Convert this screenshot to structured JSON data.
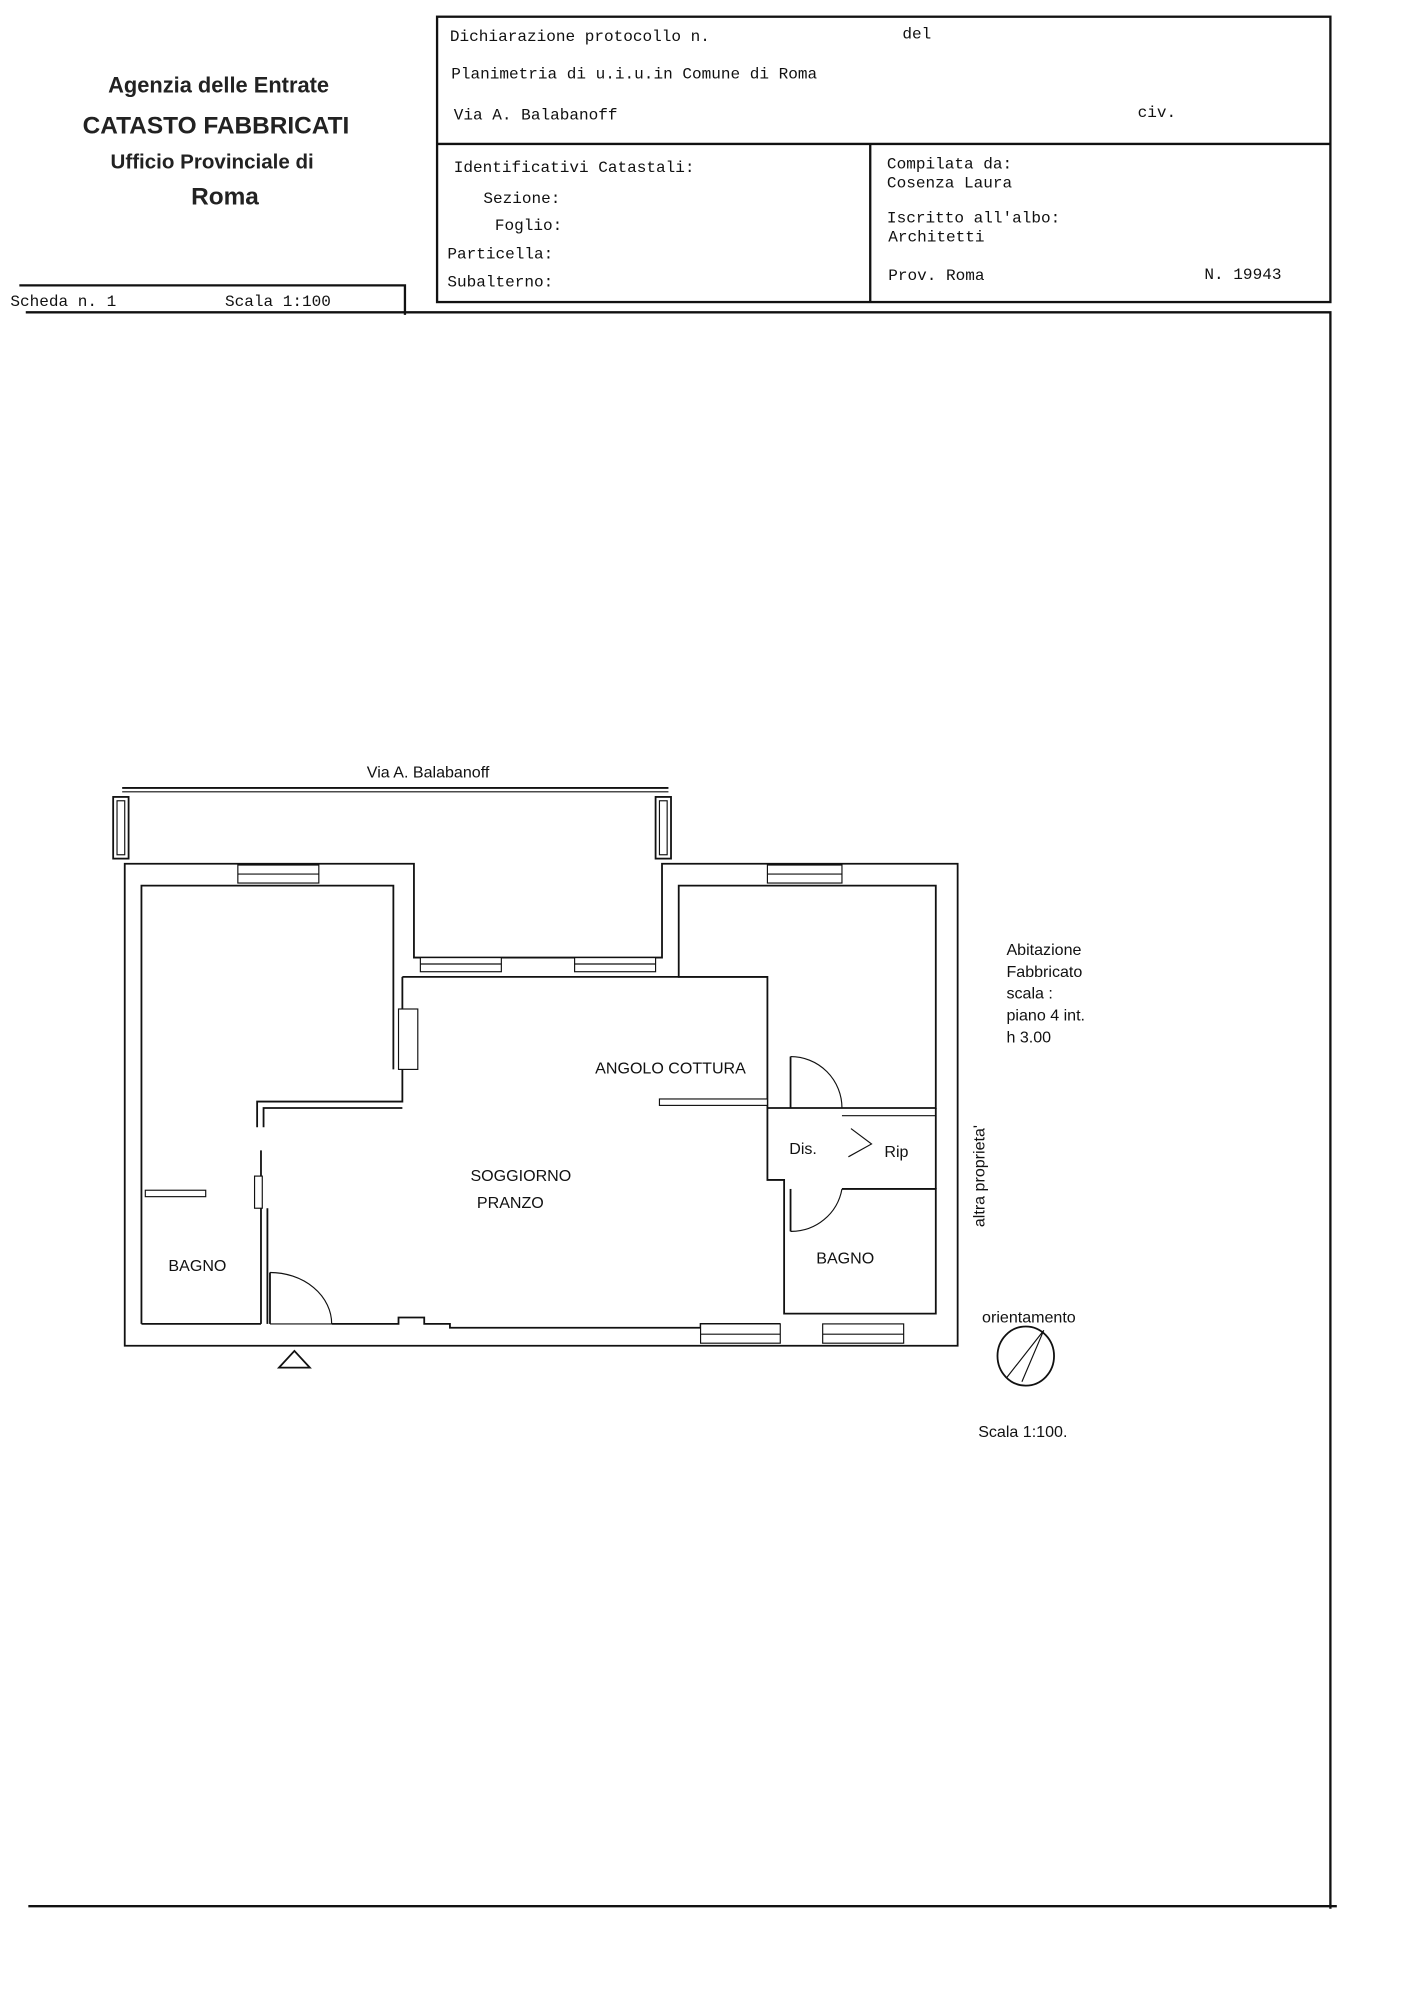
{
  "header": {
    "agency": "Agenzia delle Entrate",
    "dept": "CATASTO FABBRICATI",
    "office": "Ufficio Provinciale di",
    "city": "Roma",
    "declaration_label": "Dichiarazione protocollo n.",
    "del_label": "del",
    "planimetria": "Planimetria di u.i.u.in Comune di Roma",
    "address": "Via A. Balabanoff",
    "civ_label": "civ.",
    "identificativi": "Identificativi Catastali:",
    "sezione": "Sezione:",
    "foglio": "Foglio:",
    "particella": "Particella:",
    "subalterno": "Subalterno:",
    "compilata_label": "Compilata da:",
    "compilata_name": "Cosenza Laura",
    "iscritto_label": "Iscritto all'albo:",
    "albo": "Architetti",
    "prov": "Prov. Roma",
    "number": "N. 19943",
    "scheda": "Scheda n. 1",
    "scala": "Scala 1:100"
  },
  "plan": {
    "street": "Via A. Balabanoff",
    "rooms": {
      "kitchen": "ANGOLO COTTURA",
      "living1": "SOGGIORNO",
      "living2": "PRANZO",
      "bath_left": "BAGNO",
      "dis": "Dis.",
      "rip": "Rip",
      "bath_right": "BAGNO"
    },
    "info": [
      "Abitazione",
      "Fabbricato",
      "scala :",
      "piano 4 int.",
      "h 3.00"
    ],
    "neighbor": "altra proprieta'",
    "orientation": "orientamento",
    "scale": "Scala 1:100."
  }
}
